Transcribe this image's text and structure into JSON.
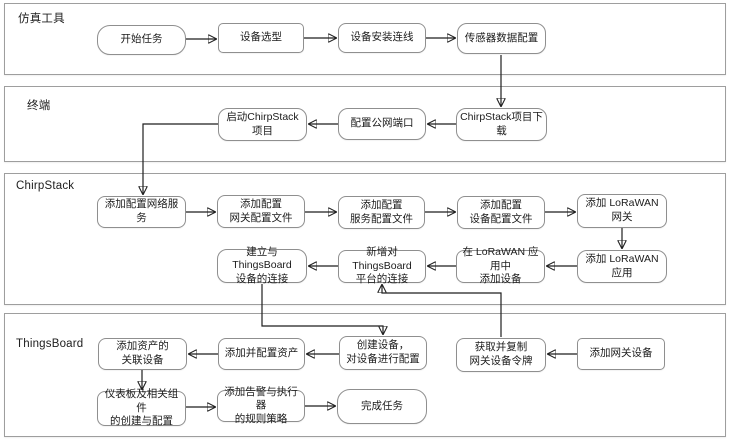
{
  "diagram": {
    "title": "LoRaWAN / ChirpStack / ThingsBoard 配置流程图",
    "colors": {
      "background": "#ffffff",
      "lane_border": "#9e9e9e",
      "node_border": "#8f8f8f",
      "arrow": "#1f1f1f",
      "text": "#1c1c1c"
    },
    "lanes": [
      {
        "label": "仿真工具",
        "nodes": [
          {
            "label": "开始任务"
          },
          {
            "label": "设备选型"
          },
          {
            "label": "设备安装连线"
          },
          {
            "label": "传感器数据配置"
          }
        ]
      },
      {
        "label": "终端",
        "nodes": [
          {
            "label": "ChirpStack项目下载"
          },
          {
            "label": "配置公网端口"
          },
          {
            "label": "启动ChirpStack项目"
          }
        ]
      },
      {
        "label": "ChirpStack",
        "nodes": [
          {
            "label": "添加配置网络服务"
          },
          {
            "label": "添加配置\n网关配置文件"
          },
          {
            "label": "添加配置\n服务配置文件"
          },
          {
            "label": "添加配置\n设备配置文件"
          },
          {
            "label": "添加 LoRaWAN 网关"
          },
          {
            "label": "添加 LoRaWAN 应用"
          },
          {
            "label": "在 LoRaWAN 应用中\n添加设备"
          },
          {
            "label": "新增对ThingsBoard\n平台的连接"
          },
          {
            "label": "建立与ThingsBoard\n设备的连接"
          }
        ]
      },
      {
        "label": "ThingsBoard",
        "nodes": [
          {
            "label": "添加资产的\n关联设备"
          },
          {
            "label": "添加并配置资产"
          },
          {
            "label": "创建设备，\n对设备进行配置"
          },
          {
            "label": "获取并复制\n网关设备令牌"
          },
          {
            "label": "添加网关设备"
          },
          {
            "label": "仪表板及相关组件\n的创建与配置"
          },
          {
            "label": "添加告警与执行器\n的规则策略"
          },
          {
            "label": "完成任务"
          }
        ]
      }
    ]
  }
}
